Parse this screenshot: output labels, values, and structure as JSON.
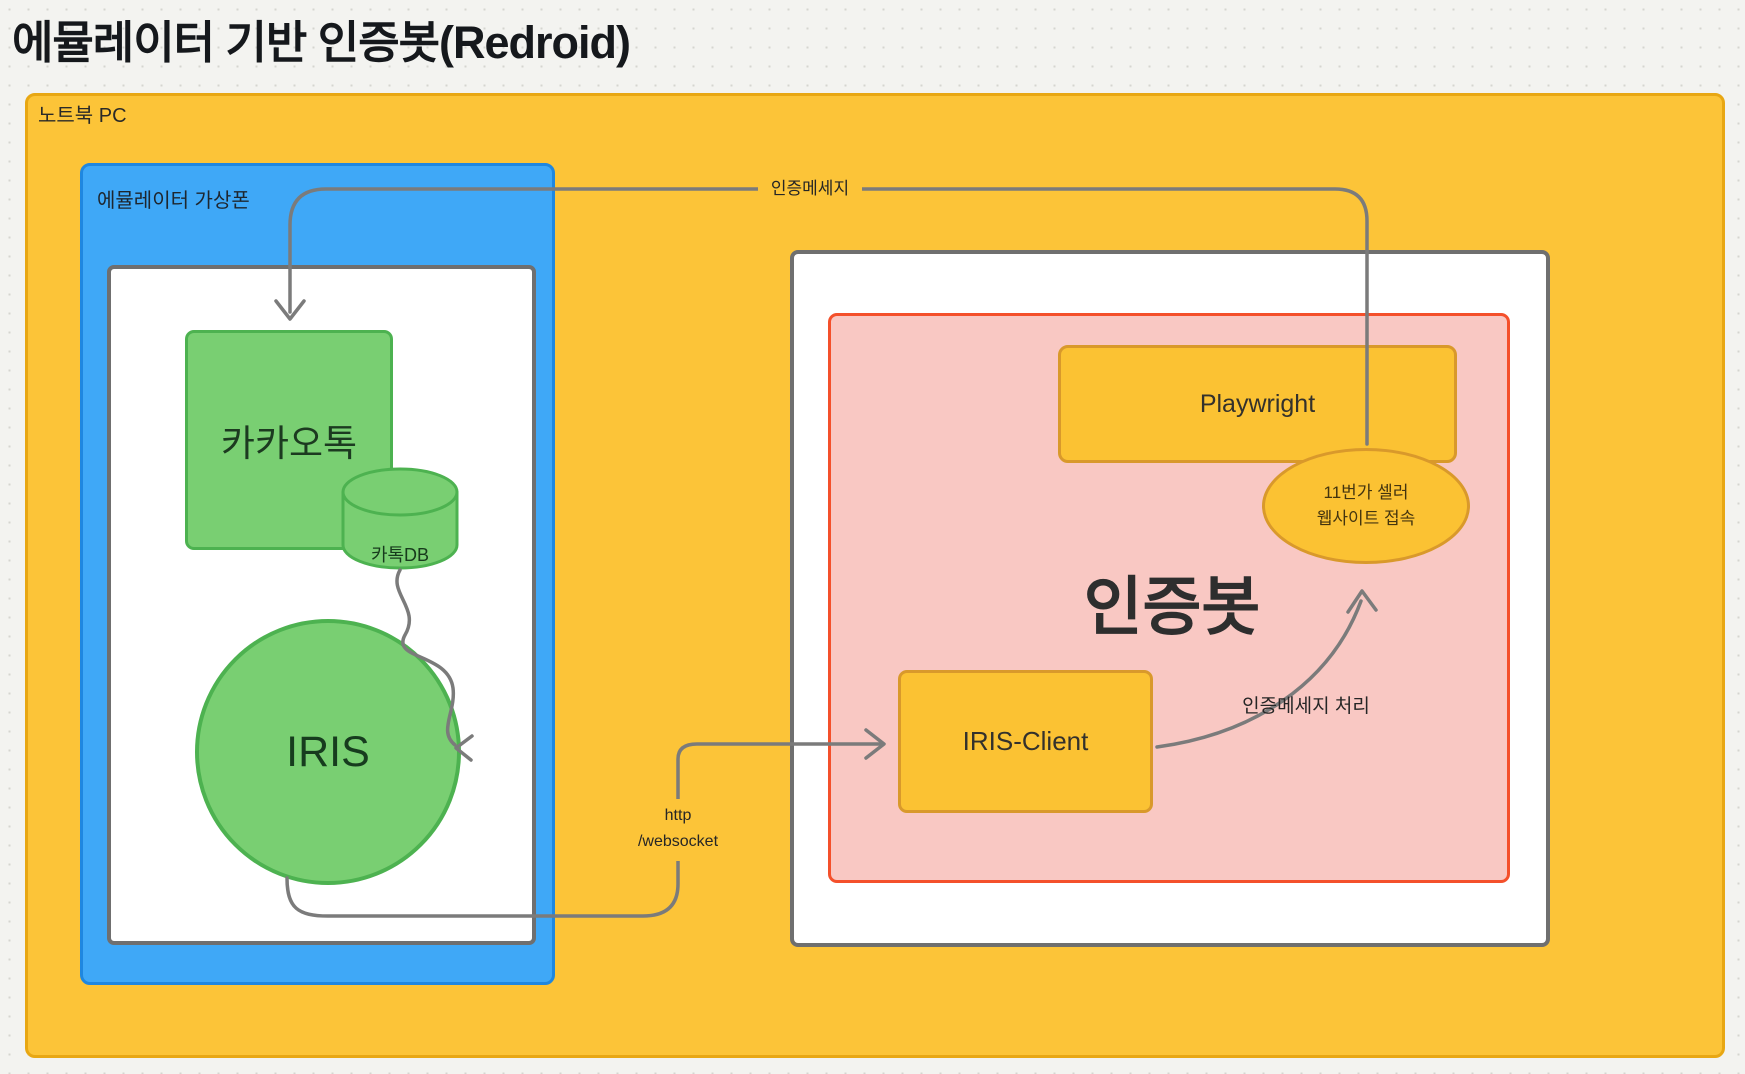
{
  "title": "에뮬레이터 기반 인증봇(Redroid)",
  "colors": {
    "canvas_bg": "#F3F3F0",
    "laptop_yellow_fill": "#FCC438",
    "laptop_yellow_border": "#E8A713",
    "emulator_blue_fill": "#3FA8F7",
    "emulator_blue_border": "#1F87E0",
    "shape_green_fill": "#79CF72",
    "shape_green_border": "#4DB250",
    "authbot_pink_fill": "#F9C8C3",
    "authbot_pink_border": "#F4502B",
    "node_yellow_fill": "#FBC233",
    "node_yellow_border": "#D9992B",
    "white_box_border": "#6F6F6F",
    "connector_gray": "#7B7B7B"
  },
  "containers": {
    "laptop_label": "노트북 PC",
    "emulator_label": "에뮬레이터 가상폰",
    "authbot_label": "인증봇"
  },
  "nodes": {
    "kakaotalk": "카카오톡",
    "kakao_db": "카톡DB",
    "iris": "IRIS",
    "playwright": "Playwright",
    "seller_site_line1": "11번가 셀러",
    "seller_site_line2": "웹사이트 접속",
    "iris_client": "IRIS-Client"
  },
  "edges": {
    "auth_message": "인증메세지",
    "auth_message_processing": "인증메세지 처리",
    "http_label_line1": "http",
    "http_label_line2": "/websocket"
  }
}
